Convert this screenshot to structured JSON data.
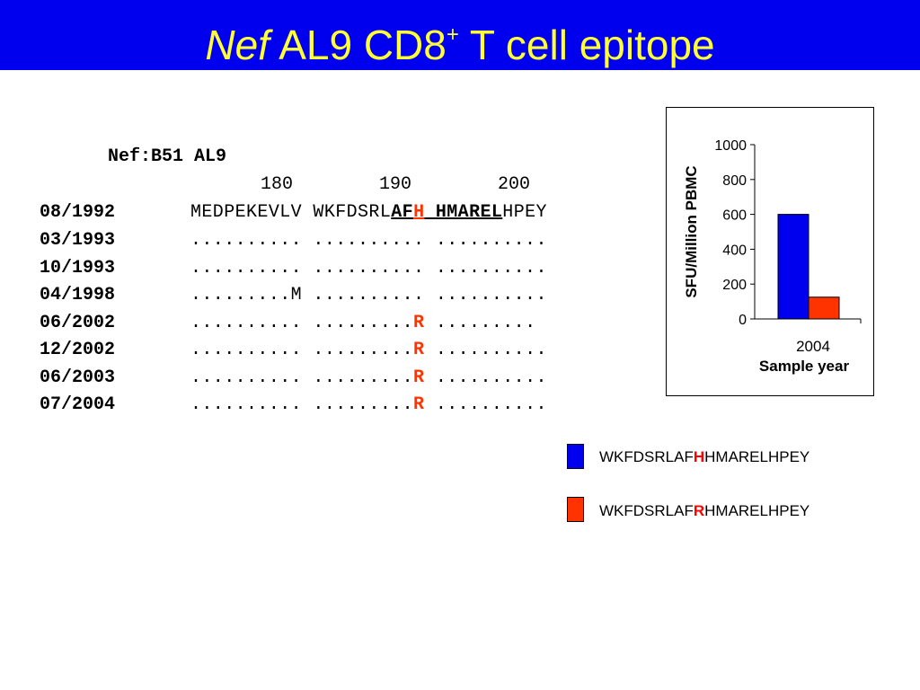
{
  "title": {
    "italic": "Nef",
    "main": " AL9 CD8",
    "superscript": "+",
    "rest": " T cell epitope"
  },
  "alignment": {
    "protein": "Nef",
    "colon": ":",
    "epitope": "B51 AL9",
    "positions": "180        190        200",
    "reference": {
      "date": "08/1992",
      "seq_a": "MEDPEKEVLV WKFDSRL",
      "seq_b": "AF",
      "seq_c": "H",
      "seq_d": " ",
      "seq_e": "HMAREL",
      "seq_f": "HPEY"
    },
    "rows": [
      {
        "date": "03/1993",
        "a": ".......... .......... ..........",
        "mut": "",
        "b": ""
      },
      {
        "date": "10/1993",
        "a": ".......... .......... ..........",
        "mut": "",
        "b": ""
      },
      {
        "date": "04/1998",
        "a": ".........M .......... ..........",
        "mut": "",
        "b": ""
      },
      {
        "date": "06/2002",
        "a": ".......... .........",
        "mut": "R",
        "b": " ........."
      },
      {
        "date": "12/2002",
        "a": ".......... .........",
        "mut": "R",
        "b": " .........."
      },
      {
        "date": "06/2003",
        "a": ".......... .........",
        "mut": "R",
        "b": " .........."
      },
      {
        "date": "07/2004",
        "a": ".......... .........",
        "mut": "R",
        "b": " .........."
      }
    ]
  },
  "chart_data": {
    "type": "bar",
    "categories": [
      "2004"
    ],
    "series": [
      {
        "values": [
          600
        ],
        "color": "#0000ee"
      },
      {
        "values": [
          125
        ],
        "color": "#ff3300"
      }
    ],
    "ylabel": "SFU/Million PBMC",
    "xlabel": "Sample year",
    "ylim": [
      0,
      1000
    ],
    "yticks": [
      "0",
      "200",
      "400",
      "600",
      "800",
      "1000"
    ],
    "grid": false,
    "legend": "bottom-right, outside chart"
  },
  "legend": [
    {
      "prefix": "WKFDSRLAF",
      "residue": "H",
      "suffix": "HMARELHPEY",
      "color": "#0000ee"
    },
    {
      "prefix": "WKFDSRLAF",
      "residue": "R",
      "suffix": "HMARELHPEY",
      "color": "#ff3300"
    }
  ]
}
